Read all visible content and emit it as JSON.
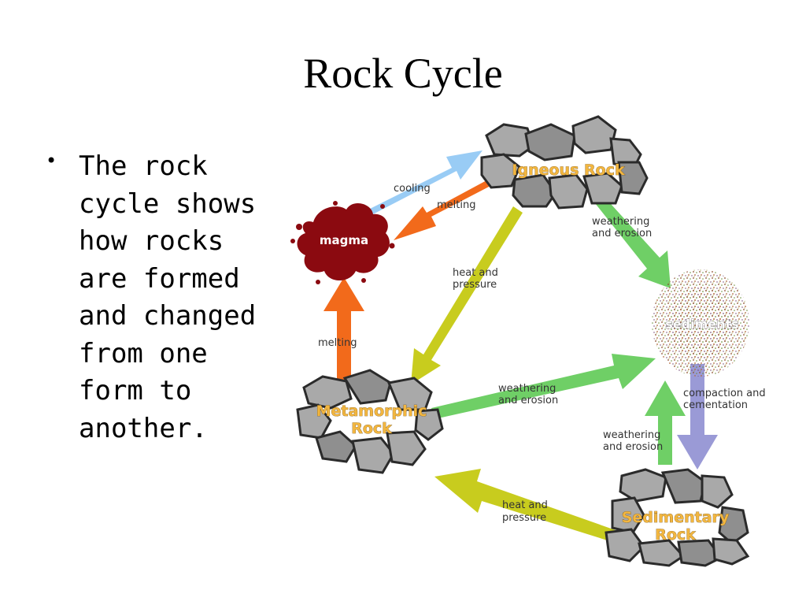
{
  "slide": {
    "title": "Rock Cycle",
    "bullet": "The rock cycle shows how rocks are formed and changed from one form to another."
  },
  "diagram": {
    "nodes": {
      "igneous": "Igneous Rock",
      "magma": "magma",
      "sediments": "sediments",
      "metamorphic_line1": "Metamorphic",
      "metamorphic_line2": "Rock",
      "sedimentary_line1": "Sedimentary",
      "sedimentary_line2": "Rock"
    },
    "arrow_labels": {
      "cooling": "cooling",
      "melting_top": "melting",
      "weathering_igneous_1": "weathering",
      "weathering_igneous_2": "and erosion",
      "heat_pressure_top_1": "heat and",
      "heat_pressure_top_2": "pressure",
      "melting_left": "melting",
      "weathering_meta_1": "weathering",
      "weathering_meta_2": "and erosion",
      "compaction_1": "compaction and",
      "compaction_2": "cementation",
      "weathering_sed_1": "weathering",
      "weathering_sed_2": "and erosion",
      "heat_pressure_bottom_1": "heat and",
      "heat_pressure_bottom_2": "pressure"
    },
    "colors": {
      "cooling_arrow": "#99ccf5",
      "melting_arrow": "#f26a1b",
      "heat_pressure_arrow": "#c8cc1e",
      "weathering_arrow": "#6fcf66",
      "compaction_arrow": "#9a9ad6",
      "magma": "#8b0a10",
      "rock_label": "#f2b640"
    }
  }
}
